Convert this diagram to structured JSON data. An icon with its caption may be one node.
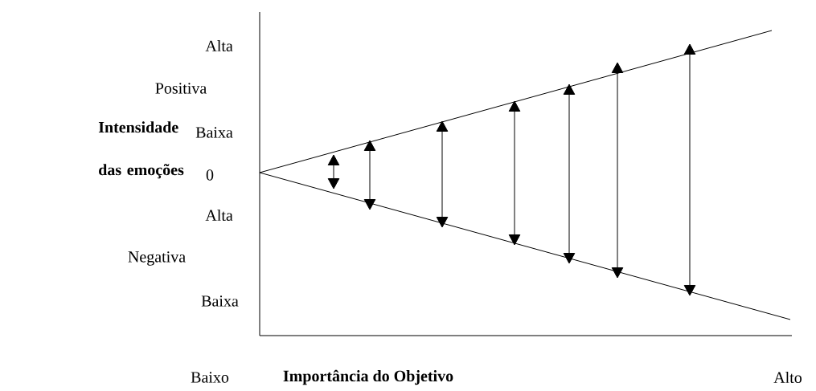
{
  "diagram": {
    "labels": [
      "Alta",
      "Positiva",
      "Intensidade das emoções",
      "Baixa",
      "0",
      "Alta",
      "Negativa",
      "Baixa",
      "Baixo",
      "Importância do Objetivo",
      "Alto"
    ]
  }
}
